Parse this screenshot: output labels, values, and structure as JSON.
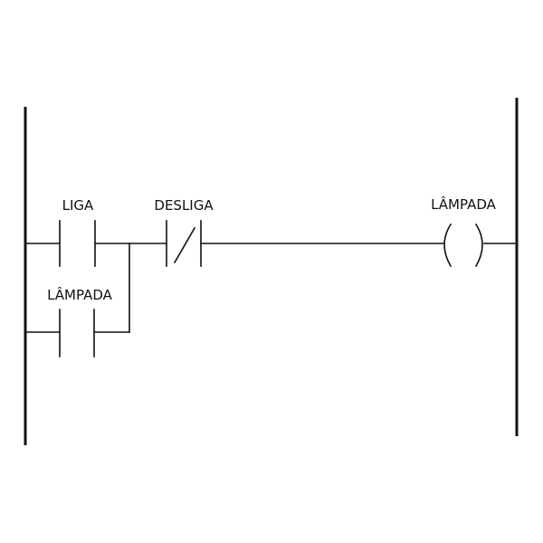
{
  "diagram": {
    "rung1": {
      "contact_no_label": "LIGA",
      "contact_nc_label": "DESLIGA",
      "coil_label": "LÂMPADA"
    },
    "branch": {
      "contact_no_label": "LÂMPADA"
    }
  },
  "colors": {
    "line": "#111111",
    "background": "#ffffff"
  }
}
